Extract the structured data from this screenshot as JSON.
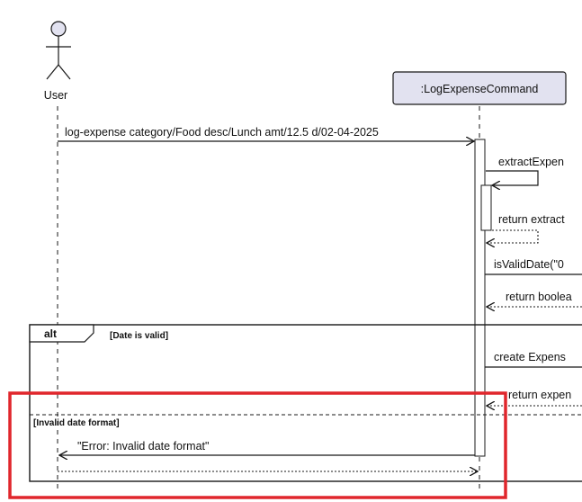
{
  "participants": {
    "user": {
      "label": "User"
    },
    "command": {
      "label": ":LogExpenseCommand"
    }
  },
  "messages": [
    {
      "id": "m1",
      "text": "log-expense category/Food desc/Lunch amt/12.5 d/02-04-2025"
    },
    {
      "id": "m2",
      "text": "extractExpen"
    },
    {
      "id": "m3",
      "text": "return extract"
    },
    {
      "id": "m4",
      "text": "isValidDate(\"0"
    },
    {
      "id": "m5",
      "text": "return boolea"
    },
    {
      "id": "m6",
      "text": "create Expens"
    },
    {
      "id": "m7",
      "text": "return expen"
    },
    {
      "id": "m8",
      "text": "\"Error: Invalid date format\""
    }
  ],
  "fragment": {
    "operator": "alt",
    "guard_valid": "[Date is valid]",
    "guard_invalid": "[Invalid date format]"
  },
  "colors": {
    "participant_fill": "#e2e2f0",
    "participant_stroke": "#181818",
    "line": "#181818",
    "highlight": "#e0262c"
  }
}
